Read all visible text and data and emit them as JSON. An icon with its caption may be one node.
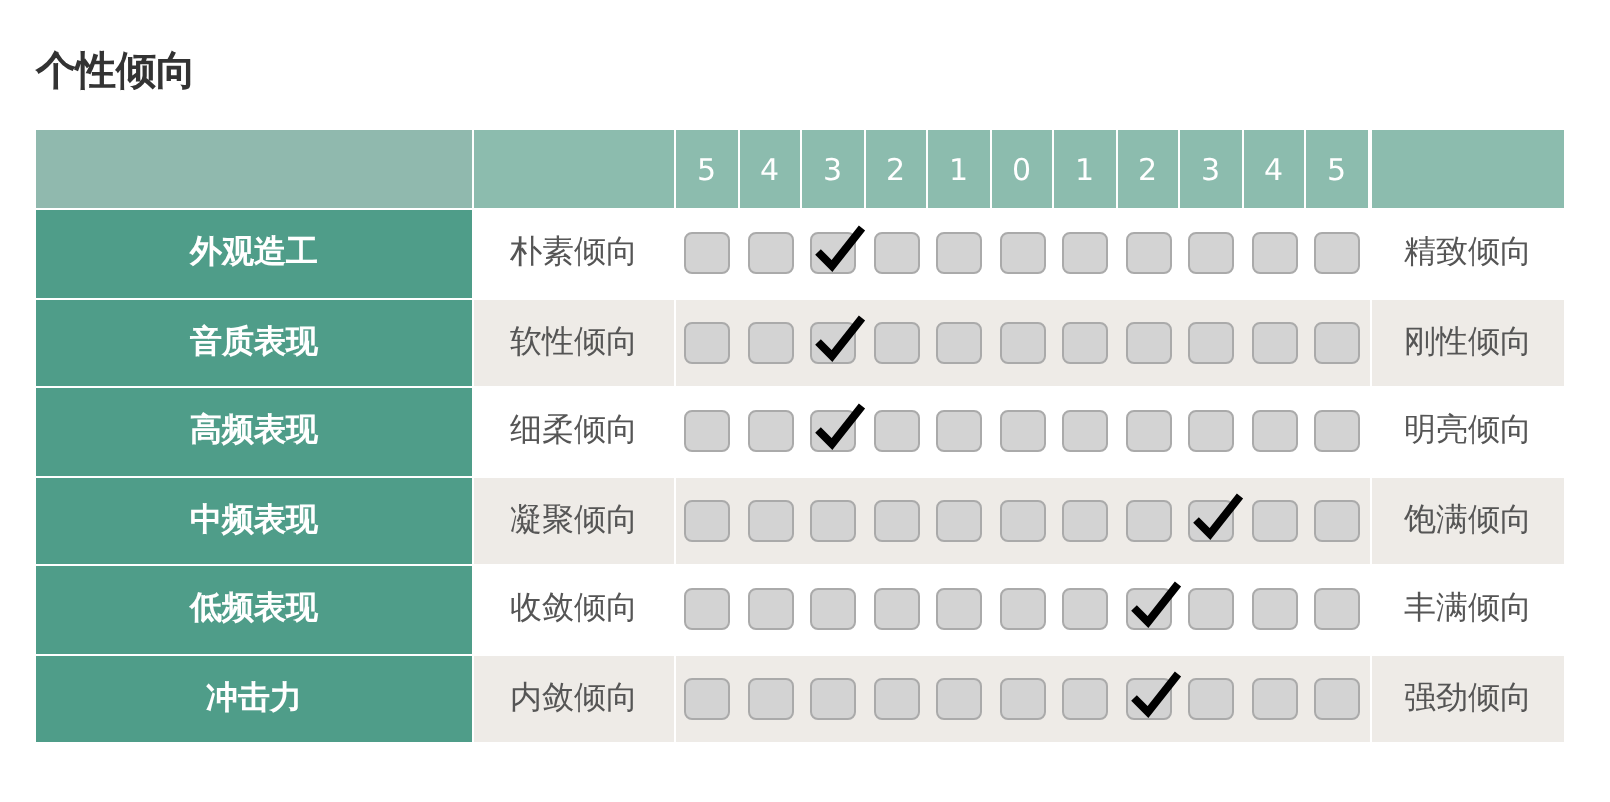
{
  "diagram": {
    "title": "个性倾向",
    "labels": [
      "5",
      "4",
      "3",
      "2",
      "1",
      "0",
      "1",
      "2",
      "3",
      "4",
      "5",
      "外观造工",
      "朴素倾向",
      "精致倾向",
      "音质表现",
      "软性倾向",
      "刚性倾向",
      "高频表现",
      "细柔倾向",
      "明亮倾向",
      "中频表现",
      "凝聚倾向",
      "饱满倾向",
      "低频表现",
      "收敛倾向",
      "丰满倾向",
      "冲击力",
      "内敛倾向",
      "强劲倾向"
    ]
  }
}
